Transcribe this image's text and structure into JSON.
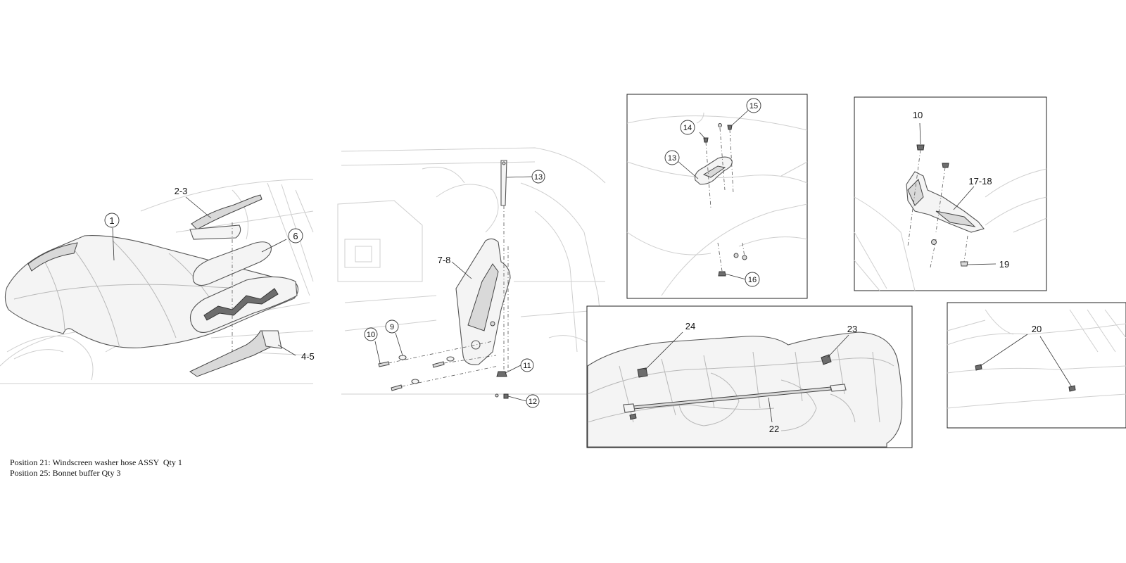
{
  "callouts": {
    "c1": "1",
    "c2_3": "2-3",
    "c6": "6",
    "c4_5": "4-5",
    "c13a": "13",
    "c7_8": "7-8",
    "c10a": "10",
    "c9": "9",
    "c11": "11",
    "c12": "12",
    "c15": "15",
    "c14": "14",
    "c13b": "13",
    "c16": "16",
    "c10b": "10",
    "c17_18": "17-18",
    "c19": "19",
    "c24": "24",
    "c23": "23",
    "c22": "22",
    "c20": "20"
  },
  "notes": {
    "line1": "Position 21: Windscreen washer hose ASSY  Qty 1",
    "line2": "Position 25: Bonnet buffer Qty 3"
  }
}
